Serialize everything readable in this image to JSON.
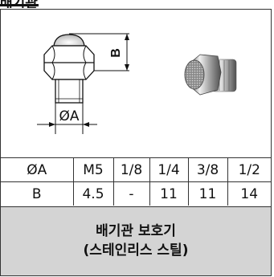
{
  "header": {
    "title": "배기관"
  },
  "drawing": {
    "dim_width": "ØA",
    "dim_height": "B"
  },
  "table": {
    "rows": [
      [
        "ØA",
        "M5",
        "1/8",
        "1/4",
        "3/8",
        "1/2"
      ],
      [
        "B",
        "4.5",
        "-",
        "11",
        "11",
        "14"
      ]
    ]
  },
  "caption": {
    "line1": "배기관 보호기",
    "line2": "(스테인리스 스틸)"
  }
}
